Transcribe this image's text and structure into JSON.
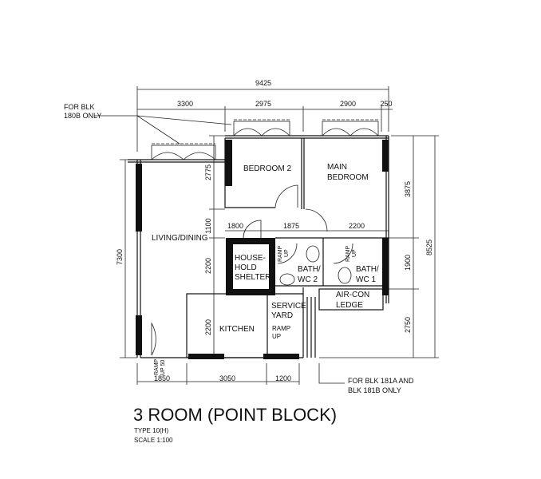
{
  "title": "3 ROOM (POINT BLOCK)",
  "type": "TYPE  10(H)",
  "scale": "SCALE   1:100",
  "notes": {
    "top_left": [
      "FOR BLK",
      "180B ONLY"
    ],
    "bottom_right": [
      "FOR BLK 181A AND",
      "BLK 181B ONLY"
    ]
  },
  "rooms": {
    "bedroom2": "BEDROOM 2",
    "main_bedroom": [
      "MAIN",
      "BEDROOM"
    ],
    "living": "LIVING/DINING",
    "shelter": [
      "HOUSE-",
      "HOLD",
      "SHELTER"
    ],
    "bath2": [
      "BATH/",
      "WC 2"
    ],
    "bath1": [
      "BATH/",
      "WC 1"
    ],
    "aircon": [
      "AIR-CON",
      "LEDGE"
    ],
    "kitchen": "KITCHEN",
    "service": [
      "SERVICE",
      "YARD"
    ],
    "ramp": [
      "RAMP",
      "UP"
    ],
    "ramp_entry": [
      "RAMP",
      "UP 50"
    ]
  },
  "dimensions": {
    "overall_width": "9425",
    "top": [
      "3300",
      "2975",
      "2900",
      "250"
    ],
    "internal": [
      "1800",
      "1875",
      "2200"
    ],
    "bottom": [
      "1850",
      "3050",
      "1200"
    ],
    "left_total": "7300",
    "left_inner": [
      "2775",
      "1100",
      "2200",
      "2200"
    ],
    "right": [
      "3875",
      "1900",
      "2750"
    ],
    "right_total": "8525"
  }
}
